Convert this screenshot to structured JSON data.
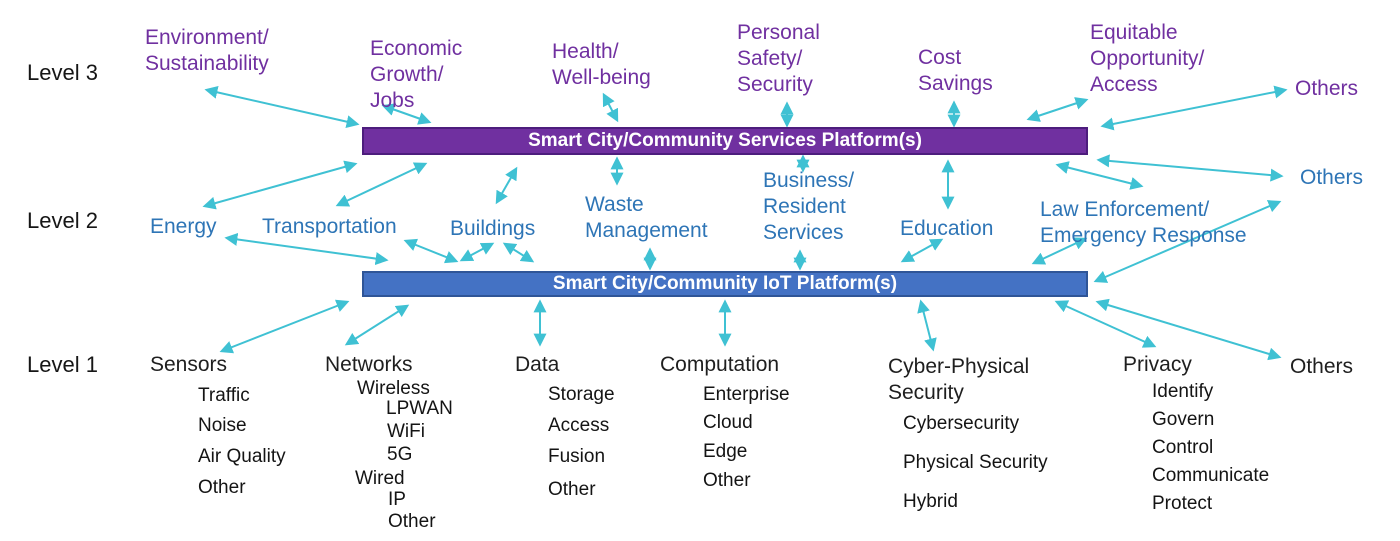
{
  "colors": {
    "level3_text": "#7030a0",
    "level2_text": "#2e75b6",
    "level1_text": "#1f1f1f",
    "services_bar_fill": "#7030a0",
    "services_bar_border": "#4d1d7d",
    "iot_bar_fill": "#4472c4",
    "iot_bar_border": "#2f5597",
    "arrow": "#3fc1d3",
    "bar_text": "#ffffff"
  },
  "level_labels": {
    "level3": "Level 3",
    "level2": "Level 2",
    "level1": "Level 1"
  },
  "bars": {
    "services_platform": "Smart City/Community Services Platform(s)",
    "iot_platform": "Smart City/Community IoT Platform(s)"
  },
  "level3": {
    "items": [
      {
        "label": "Environment/\nSustainability"
      },
      {
        "label": "Economic\nGrowth/\nJobs"
      },
      {
        "label": "Health/\nWell-being"
      },
      {
        "label": "Personal\nSafety/\nSecurity"
      },
      {
        "label": "Cost\nSavings"
      },
      {
        "label": "Equitable\nOpportunity/\nAccess"
      },
      {
        "label": "Others"
      }
    ]
  },
  "level2": {
    "items": [
      {
        "label": "Energy"
      },
      {
        "label": "Transportation"
      },
      {
        "label": "Buildings"
      },
      {
        "label": "Waste\nManagement"
      },
      {
        "label": "Business/\nResident\nServices"
      },
      {
        "label": "Education"
      },
      {
        "label": "Law Enforcement/\nEmergency Response"
      },
      {
        "label": "Others"
      }
    ]
  },
  "level1": {
    "groups": [
      {
        "label": "Sensors",
        "items": [
          "Traffic",
          "Noise",
          "Air Quality",
          "Other"
        ]
      },
      {
        "label": "Networks",
        "items": [
          "Wireless",
          "LPWAN",
          "WiFi",
          "5G",
          "Wired",
          "IP",
          "Other"
        ]
      },
      {
        "label": "Data",
        "items": [
          "Storage",
          "Access",
          "Fusion",
          "Other"
        ]
      },
      {
        "label": "Computation",
        "items": [
          "Enterprise",
          "Cloud",
          "Edge",
          "Other"
        ]
      },
      {
        "label": "Cyber-Physical\nSecurity",
        "items": [
          "Cybersecurity",
          "Physical Security",
          "Hybrid"
        ]
      },
      {
        "label": "Privacy",
        "items": [
          "Identify",
          "Govern",
          "Control",
          "Communicate",
          "Protect"
        ]
      },
      {
        "label": "Others",
        "items": []
      }
    ]
  }
}
